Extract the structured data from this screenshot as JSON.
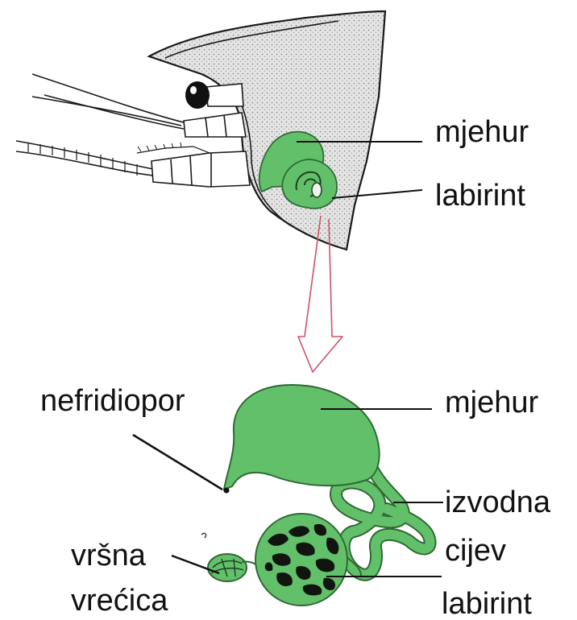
{
  "colors": {
    "gland_fill": "#63c06a",
    "gland_outline": "#2f6a33",
    "labyrinth_spots": "#101510",
    "head_fill": "#d8d8d8",
    "arrow": "#d0506a",
    "line": "#111111"
  },
  "top_view": {
    "labels": {
      "bladder": "mjehur",
      "labyrinth": "labirint"
    }
  },
  "bottom_view": {
    "labels": {
      "pore": "nefridiopor",
      "bladder": "mjehur",
      "duct_line1": "izvodna",
      "duct_line2": "cijev",
      "sac_line1": "vršna",
      "sac_line2": "vrećica",
      "labyrinth": "labirint"
    }
  }
}
